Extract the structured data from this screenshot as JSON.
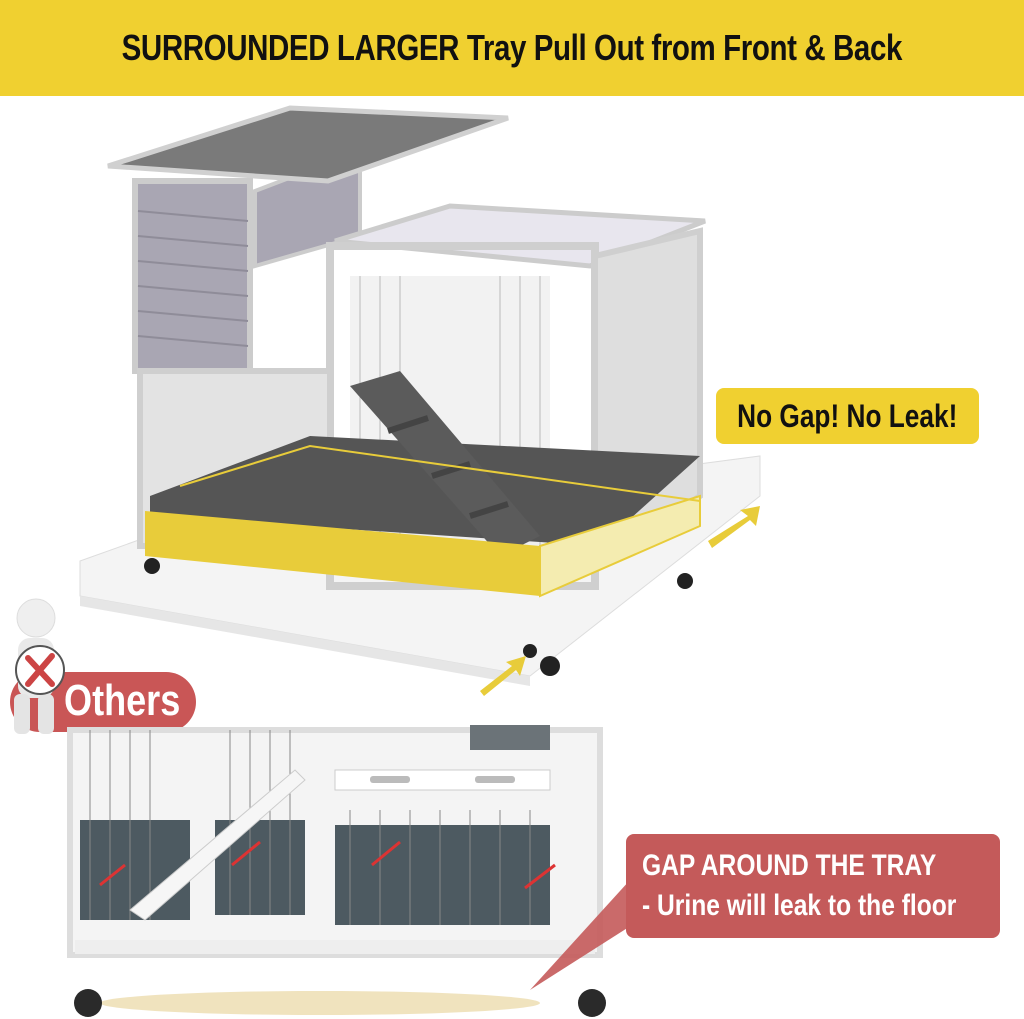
{
  "banner": {
    "title": "SURROUNDED LARGER Tray Pull Out from Front & Back",
    "background_color": "#f0d030"
  },
  "top_product": {
    "description": "Grey wooden rabbit hutch on wheels with highlighted yellow pull-out tray and white outer tray, double-headed yellow arrows indicating front and back pull-out",
    "highlight_color": "#e8cc3a"
  },
  "badges": {
    "no_gap": "No Gap! No Leak!"
  },
  "comparison": {
    "label": "Others",
    "label_color": "#c95656",
    "figure_icon": "x-mark-icon",
    "description": "White hutch with gaps around the tray indicated by red arrows and urine puddle on floor"
  },
  "callout": {
    "line1": "GAP AROUND THE TRAY",
    "line2": "- Urine will leak to the floor",
    "background_color": "#c45a5a"
  }
}
